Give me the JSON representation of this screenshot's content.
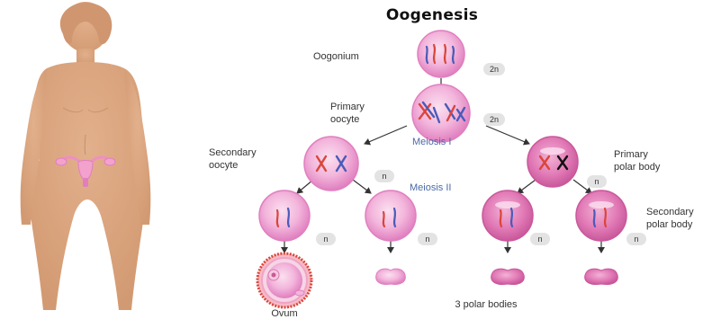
{
  "title": "Oogenesis",
  "labels": {
    "oogonium": "Oogonium",
    "primary_oocyte_1": "Primary",
    "primary_oocyte_2": "oocyte",
    "secondary_oocyte_1": "Secondary",
    "secondary_oocyte_2": "oocyte",
    "primary_polar_body_1": "Primary",
    "primary_polar_body_2": "polar body",
    "secondary_polar_body_1": "Secondary",
    "secondary_polar_body_2": "polar body",
    "ovum": "Ovum",
    "three_polar_bodies": "3 polar bodies"
  },
  "stages": {
    "meiosis_1": "Meiosis I",
    "meiosis_2": "Meiosis II"
  },
  "ploidy": {
    "diploid": "2n",
    "haploid": "n"
  },
  "colors": {
    "cell_pink": "#e98fc6",
    "cell_rim": "#d46aa9",
    "chromosome_red": "#d9463b",
    "chromosome_blue": "#4a5bb8",
    "skin": "#d9a47e",
    "meiosis_text": "#4b6aa8"
  }
}
